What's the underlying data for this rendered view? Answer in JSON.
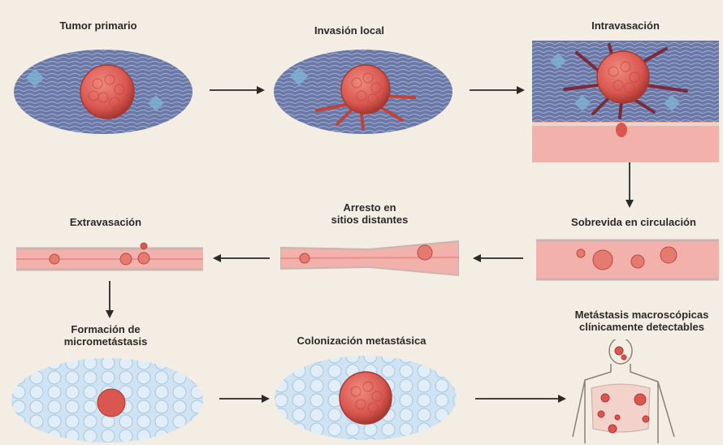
{
  "labels": {
    "tumor_primario": "Tumor primario",
    "invasion_local": "Invasión local",
    "intravasacion": "Intravasación",
    "extravasacion": "Extravasación",
    "arresto_line1": "Arresto en",
    "arresto_line2": "sitios distantes",
    "sobrevida": "Sobrevida en circulación",
    "formacion_line1": "Formación de",
    "formacion_line2": "micrometástasis",
    "colonizacion": "Colonización metastásica",
    "metastasis_line1": "Metástasis macroscópicas",
    "metastasis_line2": "clínicamente detectables"
  },
  "colors": {
    "tumor": "#d9574f",
    "tumor_dark": "#b03a36",
    "tissue": "#5b6a9a",
    "vessel": "#f2b1aa",
    "background": "#f4ede4"
  }
}
